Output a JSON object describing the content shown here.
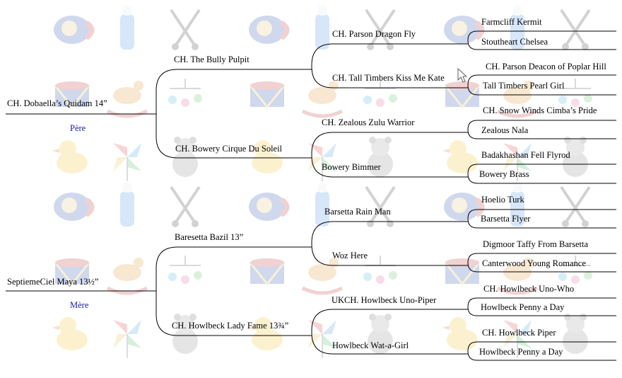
{
  "pedigree": {
    "sire": {
      "name": "CH. Dobaella’s Quidam 14”",
      "role": "Père",
      "sire": {
        "name": "CH. The Bully Pulpit",
        "sire": {
          "name": "CH. Parson Dragon Fly",
          "sire": "Farmcliff Kermit",
          "dam": "Stoutheart Chelsea"
        },
        "dam": {
          "name": "CH. Tall Timbers Kiss Me Kate",
          "sire": "CH. Parson Deacon of Poplar Hill",
          "dam": "Tall Timbers Pearl Girl"
        }
      },
      "dam": {
        "name": "CH. Bowery Cirque Du Soleil",
        "sire": {
          "name": "CH. Zealous Zulu Warrior",
          "sire": "CH. Snow Winds Cimba’s Pride",
          "dam": "Zealous Nala"
        },
        "dam": {
          "name": "Bowery Bimmer",
          "sire": "Badakhashan Fell Flyrod",
          "dam": "Bowery Brass"
        }
      }
    },
    "dam": {
      "name": "SeptiemeCiel Maya 13½”",
      "role": "Mère",
      "sire": {
        "name": "Baresetta Bazil 13”",
        "sire": {
          "name": "Barsetta Rain Man",
          "sire": "Hoelio Turk",
          "dam": "Barsetta Flyer"
        },
        "dam": {
          "name": "Woz Here",
          "sire": "Digmoor Taffy From Barsetta",
          "dam": "Canterwood Young Romance"
        }
      },
      "dam": {
        "name": "CH. Howlbeck Lady Fame 13¾”",
        "sire": {
          "name": "UKCH. Howlbeck Uno-Piper",
          "sire": "CH. Howlbeck Uno-Who",
          "dam": "Howlbeck Penny a Day"
        },
        "dam": {
          "name": "Howlbeck Wat-a-Girl",
          "sire": "CH. Howlbeck Piper",
          "dam": "Howlbeck Penny a Day"
        }
      }
    }
  },
  "colors": {
    "line": "#000000",
    "role_text": "#1a1aa0",
    "background": "#ffffff"
  },
  "background_icons": [
    "mug-icon",
    "baby-bottle-icon",
    "stroller-icon",
    "drum-icon",
    "rocking-horse-icon",
    "mobile-icon",
    "rubber-duck-icon",
    "pinwheel-icon",
    "teddy-bear-icon"
  ]
}
